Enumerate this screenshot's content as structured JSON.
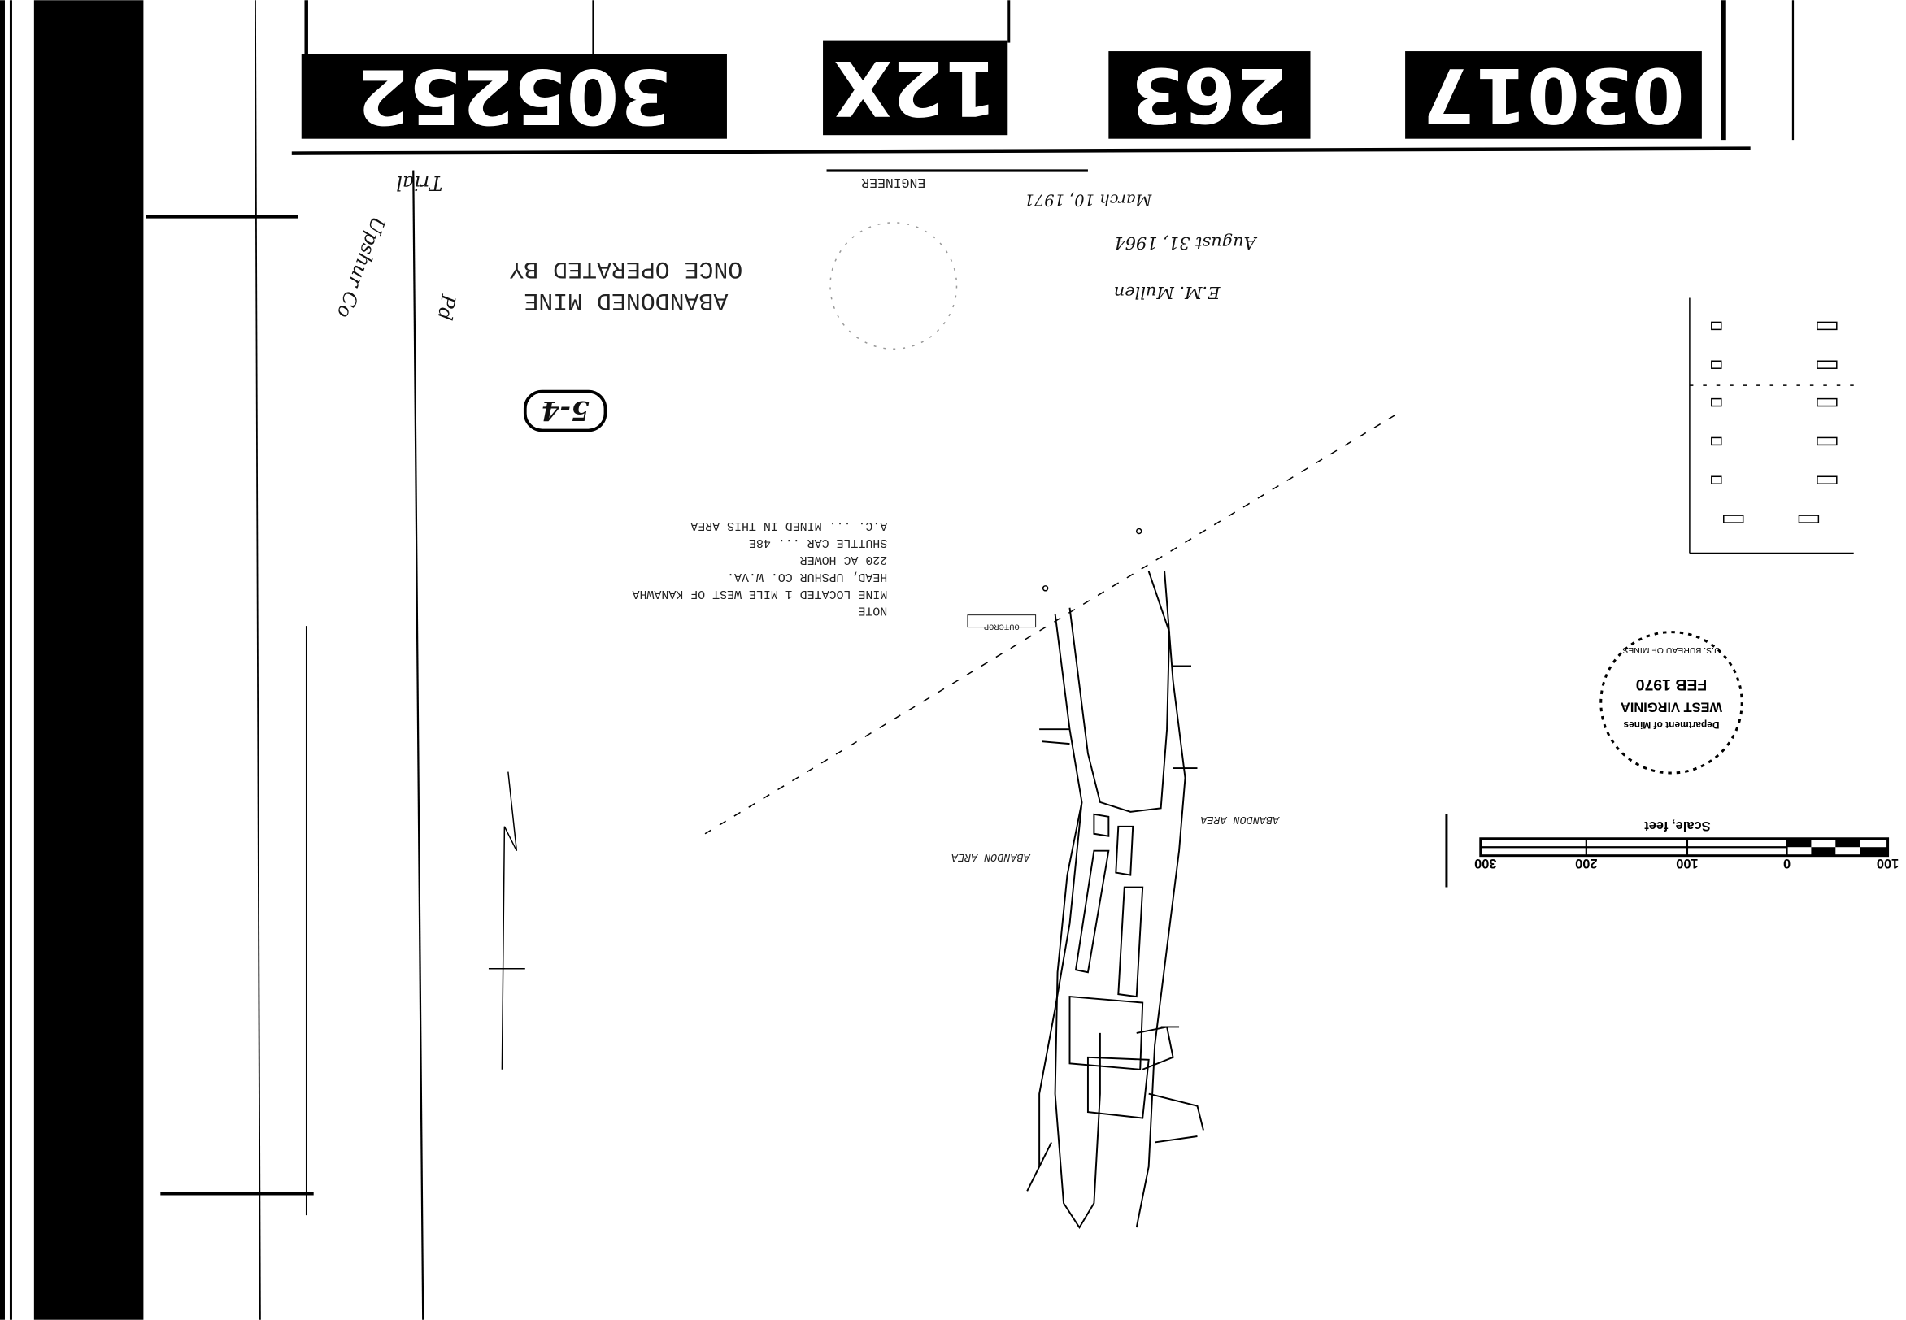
{
  "header": {
    "plate_numbers": [
      "305252",
      "12X",
      "263",
      "03017"
    ]
  },
  "title_block": {
    "title_line1": "ABANDONED MINE",
    "title_line2": "ONCE OPERATED BY",
    "engineer_label": "ENGINEER",
    "signature": "E.M. Mullen",
    "survey_date": "August 31, 1964",
    "handwritten_date": "March 10, 1971"
  },
  "handwritten_notes": [
    "Trial",
    "Upshur Co",
    "Pd"
  ],
  "sheet_label": "5-4",
  "note": {
    "heading": "NOTE",
    "lines": [
      "MINE LOCATED 1 MILE WEST OF KANAWHA",
      "HEAD, UPSHUR CO. W.VA.",
      "220 AC HOWER",
      "SHUTTLE CAR ... 48E",
      "A.C. ... MINED IN THIS AREA"
    ]
  },
  "map_labels": {
    "abandon_area_left": "ABANDON AREA",
    "abandon_area_right": "ABANDON AREA",
    "outcrop": "OUTCROP"
  },
  "stamp": {
    "line1": "Department of Mines",
    "line2": "WEST VIRGINIA",
    "line3": "FEB 1970",
    "ring": "U.S. BUREAU OF MINES"
  },
  "scale_bar": {
    "title": "Scale, feet",
    "ticks": [
      "100",
      "0",
      "100",
      "200",
      "300"
    ]
  }
}
